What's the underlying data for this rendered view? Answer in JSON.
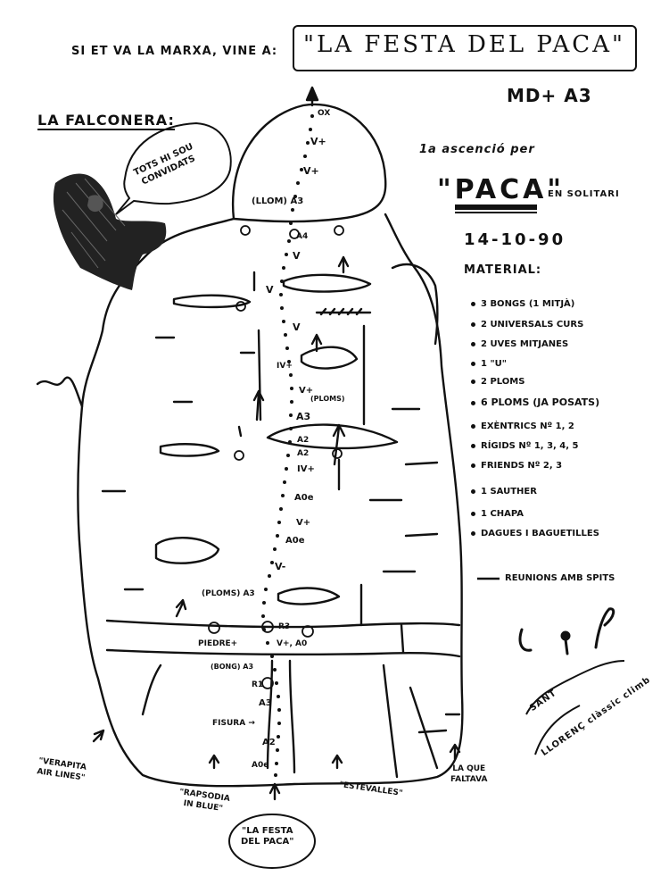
{
  "header": {
    "intro": "SI ET VA LA MARXA, VINE A:",
    "title": "\"LA FESTA DEL PACA\"",
    "grade": "MD+ A3",
    "crag": "LA FALCONERA:"
  },
  "bubble": {
    "line1": "TOTS HI SOU",
    "line2": "CONVIDATS"
  },
  "ascent": {
    "label": "1a ascenció per",
    "climber": "\"PACA\"",
    "style": "en solitari",
    "date": "14-10-90"
  },
  "material": {
    "heading": "MATERIAL:",
    "items": [
      "3 BONGS (1 MITJÀ)",
      "2 UNIVERSALS CURS",
      "2 UVES MITJANES",
      "1 \"U\"",
      "2 PLOMS",
      "6 PLOMS (JA POSATS)",
      "EXÈNTRICS Nº 1, 2",
      "RÍGIDS Nº 1, 3, 4, 5",
      "FRIENDS Nº 2, 3",
      "1 SAUTHER",
      "1 CHAPA",
      "DAGUES I BAGUETILLES"
    ]
  },
  "legend": {
    "belays": "REUNIONS AMB SPITS"
  },
  "club": {
    "line1": "SANT",
    "line2": "LLORENÇ clàssic climb"
  },
  "topo": {
    "grades": [
      "OX",
      "V+",
      "V+",
      "(LLOM) A3",
      "A4",
      "V",
      "V",
      "V",
      "IV+",
      "V+",
      "(PLOMS)",
      "A3",
      "A2",
      "A2",
      "IV+",
      "A0e",
      "V+",
      "A0e",
      "V-",
      "(PLOMS) A3",
      "R3",
      "V+, A0",
      "PIEDRE+",
      "(BONG) A3",
      "R1",
      "A3",
      "FISURA →",
      "A2",
      "A0e"
    ],
    "routes": [
      {
        "line1": "\"VERAPITA",
        "line2": "AIR LINES\""
      },
      {
        "line1": "\"RAPSODIA",
        "line2": "IN BLUE\""
      },
      {
        "line1": "\"ESTEVALLES\"",
        "line2": ""
      },
      {
        "line1": "LA QUE",
        "line2": "FALTAVA"
      }
    ],
    "route_name": {
      "line1": "\"LA FESTA",
      "line2": "DEL PACA\""
    }
  },
  "colors": {
    "ink": "#111111",
    "paper": "#ffffff"
  }
}
